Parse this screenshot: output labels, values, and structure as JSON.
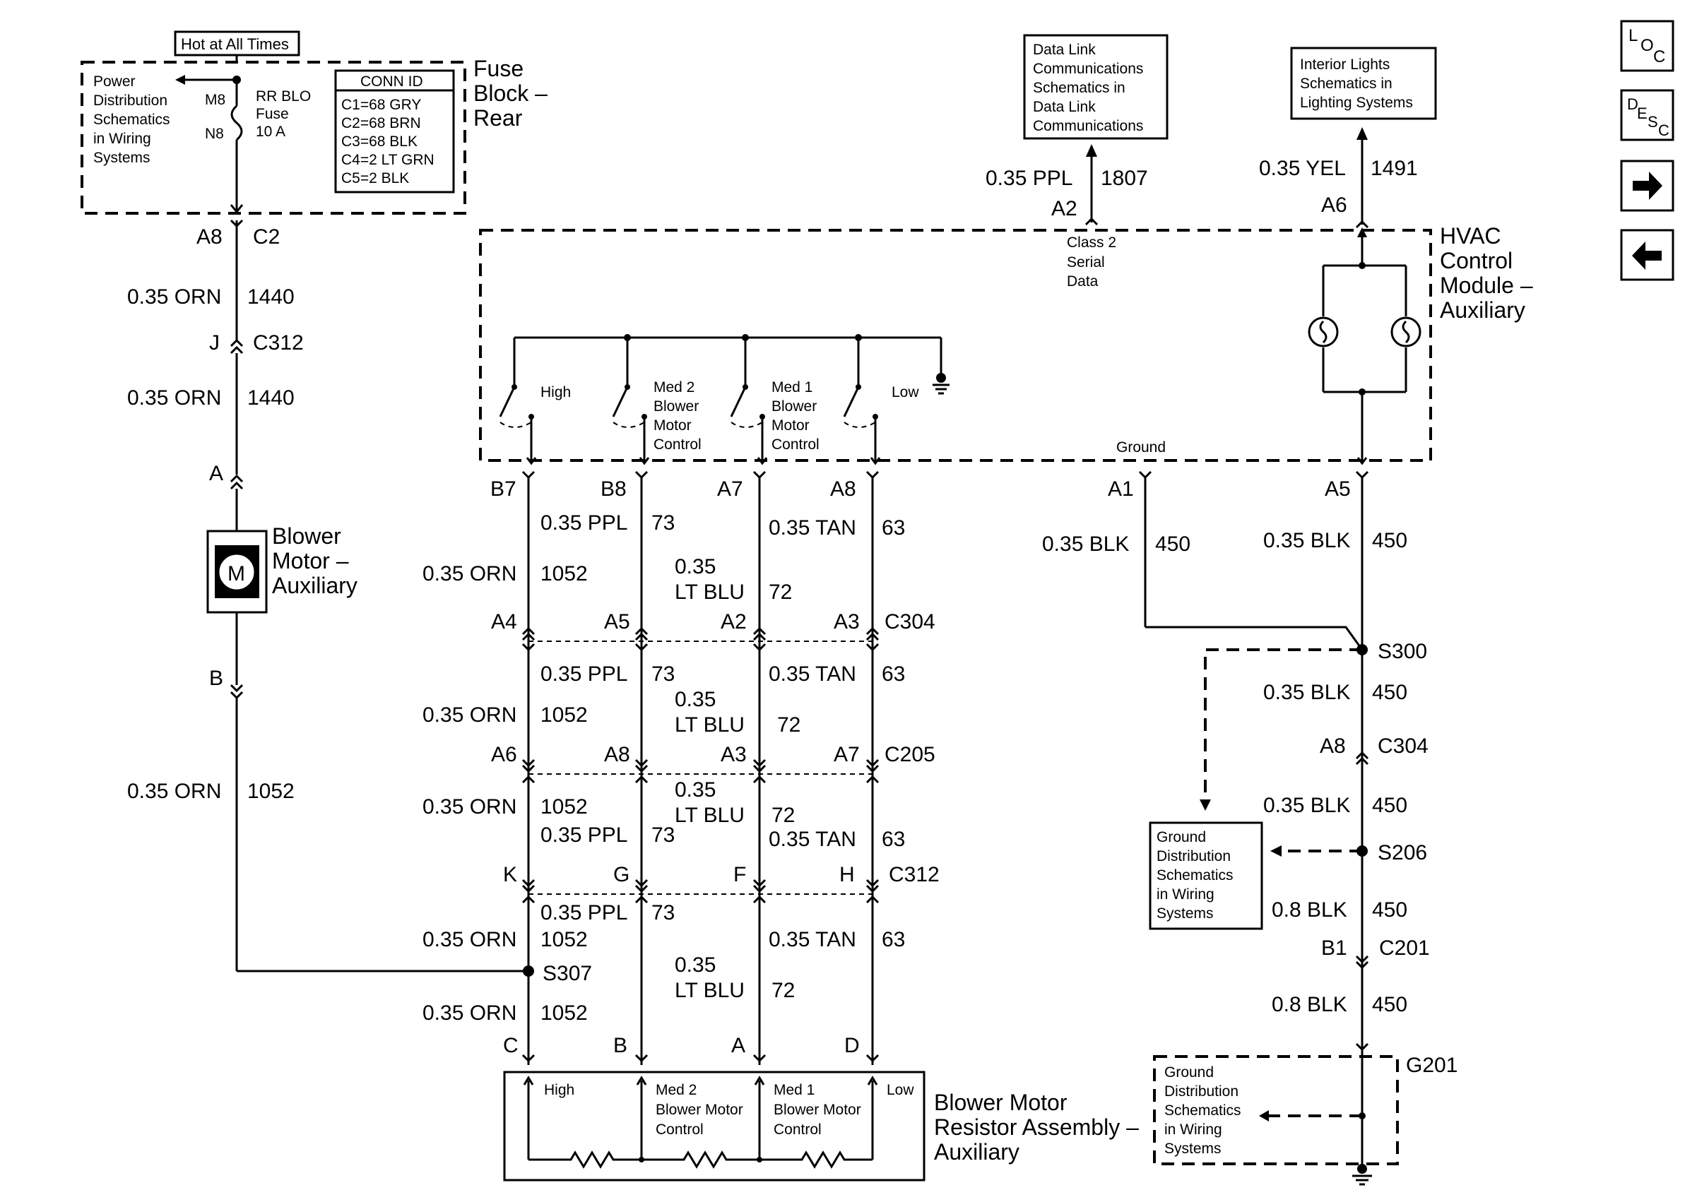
{
  "nav": {
    "loc_icon": "loc-icon",
    "desc_icon": "desc-icon",
    "next_icon": "arrow-right-icon",
    "prev_icon": "arrow-left-icon",
    "loc_l": "L",
    "loc_o": "O",
    "loc_c": "C",
    "desc_d": "D",
    "desc_e": "E",
    "desc_s": "S",
    "desc_c": "C"
  },
  "fuse_block": {
    "hot_label": "Hot at All Times",
    "title": [
      "Fuse",
      "Block –",
      "Rear"
    ],
    "power_ref": [
      "Power",
      "Distribution",
      "Schematics",
      "in Wiring",
      "Systems"
    ],
    "pin_top": "M8",
    "pin_bottom": "N8",
    "fuse_label": [
      "RR BLO",
      "Fuse",
      "10 A"
    ],
    "conn_id_title": "CONN ID",
    "conn_ids": [
      "C1=68 GRY",
      "C2=68 BRN",
      "C3=68 BLK",
      "C4=2 LT GRN",
      "C5=2 BLK"
    ],
    "out_pin": "A8",
    "out_conn": "C2"
  },
  "blower_motor": {
    "title": [
      "Blower",
      "Motor –",
      "Auxiliary"
    ],
    "symbol": "M",
    "pin_a": "A",
    "pin_b": "B",
    "wire1": {
      "gauge": "0.35 ORN",
      "circuit": "1440"
    },
    "c312_pin": "J",
    "c312": "C312",
    "wire2": {
      "gauge": "0.35 ORN",
      "circuit": "1440"
    },
    "wire3": {
      "gauge": "0.35 ORN",
      "circuit": "1052"
    }
  },
  "references": {
    "data_link": [
      "Data Link",
      "Communications",
      "Schematics in",
      "Data Link",
      "Communications"
    ],
    "interior": [
      "Interior Lights",
      "Schematics in",
      "Lighting Systems"
    ],
    "ground1": [
      "Ground",
      "Distribution",
      "Schematics",
      "in Wiring",
      "Systems"
    ],
    "ground2": [
      "Ground",
      "Distribution",
      "Schematics",
      "in Wiring",
      "Systems"
    ]
  },
  "hvac": {
    "title": [
      "HVAC",
      "Control",
      "Module –",
      "Auxiliary"
    ],
    "serial": {
      "gauge": "0.35 PPL",
      "circuit": "1807",
      "pin": "A2",
      "label": [
        "Class 2",
        "Serial",
        "Data"
      ]
    },
    "interior": {
      "gauge": "0.35 YEL",
      "circuit": "1491",
      "pin": "A6"
    },
    "switches": [
      "High",
      "Med 2",
      "Blower",
      "Motor",
      "Control",
      "Med 1",
      "Blower",
      "Motor",
      "Control",
      "Low"
    ],
    "ground_label": "Ground",
    "out_pins": [
      "B7",
      "B8",
      "A7",
      "A8",
      "A1",
      "A5"
    ]
  },
  "harness": {
    "row1": {
      "w1": "0.35 PPL",
      "c1": "73",
      "w2": "0.35 TAN",
      "c2": "63",
      "w3": "0.35 ORN",
      "c3": "1052",
      "w4a": "0.35",
      "w4b": "LT BLU",
      "c4": "72"
    },
    "c304_pins": [
      "A4",
      "A5",
      "A2",
      "A3"
    ],
    "c304": "C304",
    "row2": {
      "w1": "0.35 PPL",
      "c1": "73",
      "w2": "0.35 TAN",
      "c2": "63",
      "w3": "0.35 ORN",
      "c3": "1052",
      "w4a": "0.35",
      "w4b": "LT BLU",
      "c4": "72"
    },
    "c205_pins": [
      "A6",
      "A8",
      "A3",
      "A7"
    ],
    "c205": "C205",
    "row3": {
      "w3": "0.35 ORN",
      "c3": "1052",
      "w4a": "0.35",
      "w4b": "LT BLU",
      "c4": "72",
      "w1": "0.35 PPL",
      "c1": "73",
      "w2": "0.35 TAN",
      "c2": "63"
    },
    "c312_pins": [
      "K",
      "G",
      "F",
      "H"
    ],
    "c312": "C312",
    "row4": {
      "w1": "0.35 PPL",
      "c1": "73",
      "w3": "0.35 ORN",
      "c3": "1052",
      "w2": "0.35 TAN",
      "c2": "63",
      "w4a": "0.35",
      "w4b": "LT BLU",
      "c4": "72"
    },
    "splice": "S307",
    "row5": {
      "w3": "0.35 ORN",
      "c3": "1052"
    },
    "res_pins": [
      "C",
      "B",
      "A",
      "D"
    ]
  },
  "resistor": {
    "title": [
      "Blower Motor",
      "Resistor Assembly –",
      "Auxiliary"
    ],
    "high": "High",
    "med2": [
      "Med 2",
      "Blower Motor",
      "Control"
    ],
    "med1": [
      "Med 1",
      "Blower Motor",
      "Control"
    ],
    "low": "Low"
  },
  "ground_path": {
    "a1": {
      "gauge": "0.35 BLK",
      "circuit": "450"
    },
    "a5": {
      "gauge": "0.35 BLK",
      "circuit": "450"
    },
    "s300": "S300",
    "w1": {
      "gauge": "0.35 BLK",
      "circuit": "450"
    },
    "c304_pin": "A8",
    "c304": "C304",
    "w2": {
      "gauge": "0.35 BLK",
      "circuit": "450"
    },
    "s206": "S206",
    "w3": {
      "gauge": "0.8 BLK",
      "circuit": "450"
    },
    "c201_pin": "B1",
    "c201": "C201",
    "w4": {
      "gauge": "0.8 BLK",
      "circuit": "450"
    },
    "g201": "G201"
  }
}
